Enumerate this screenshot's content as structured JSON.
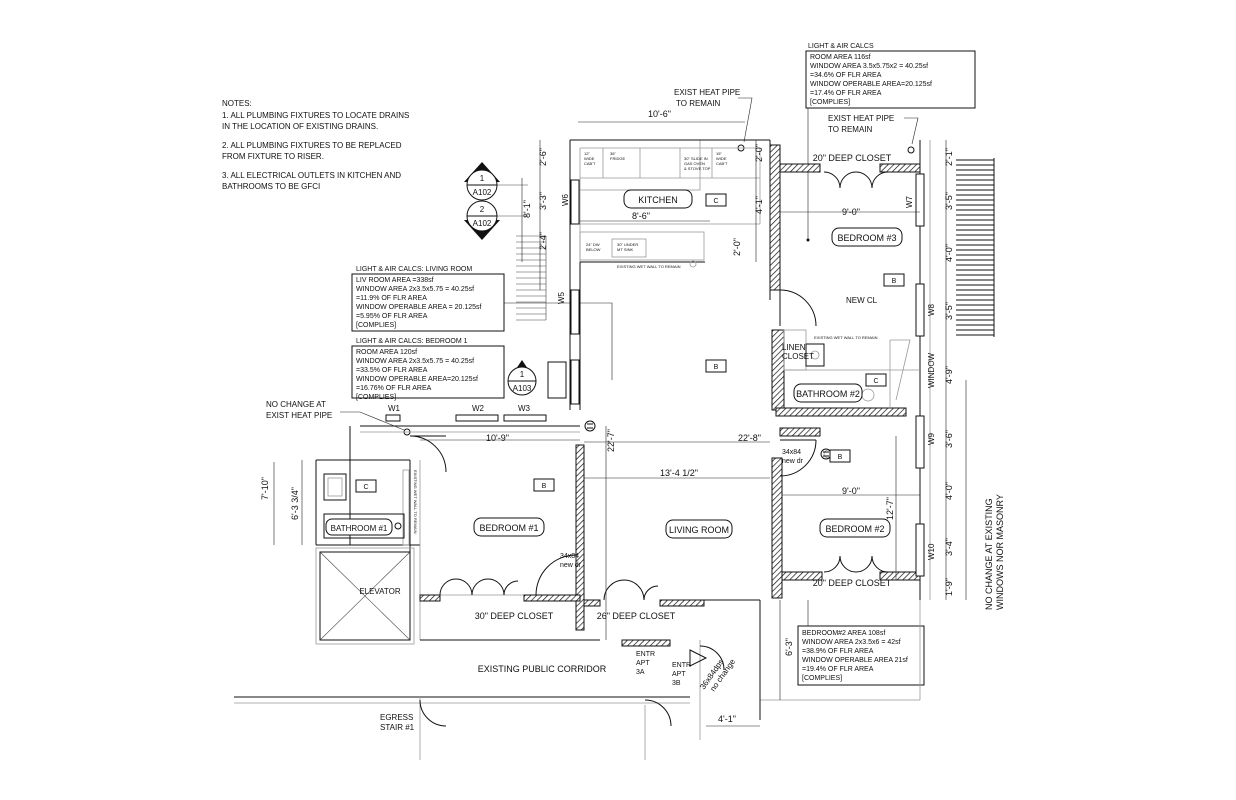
{
  "notes": {
    "heading": "NOTES:",
    "n1a": "1. ALL PLUMBING FIXTURES TO LOCATE DRAINS",
    "n1b": "IN THE LOCATION OF EXISTING DRAINS.",
    "n2a": "2. ALL PLUMBING FIXTURES TO BE REPLACED",
    "n2b": "FROM FIXTURE TO RISER.",
    "n3a": "3. ALL ELECTRICAL OUTLETS IN KITCHEN AND",
    "n3b": "BATHROOMS TO BE GFCI"
  },
  "section_markers": [
    {
      "num": "1",
      "sheet": "A102"
    },
    {
      "num": "2",
      "sheet": "A102"
    },
    {
      "num": "1",
      "sheet": "A103"
    }
  ],
  "calc_bedroom3": {
    "title": "LIGHT & AIR CALCS",
    "l1": "ROOM AREA 116sf",
    "l2": "WINDOW AREA 3.5x5.75x2 = 40.25sf",
    "l3": "=34.6% OF FLR AREA",
    "l4": "WINDOW OPERABLE AREA=20.125sf",
    "l5": "=17.4% OF FLR AREA",
    "l6": "[COMPLIES]"
  },
  "calc_living": {
    "title": "LIGHT & AIR CALCS: LIVING ROOM",
    "l1": "LIV ROOM AREA =338sf",
    "l2": "WINDOW AREA 2x3.5x5.75 = 40.25sf",
    "l3": "=11.9% OF FLR AREA",
    "l4": "WINDOW OPERABLE AREA = 20.125sf",
    "l5": "=5.95% OF FLR AREA",
    "l6": "[COMPLIES]"
  },
  "calc_bedroom1": {
    "title": "LIGHT & AIR CALCS: BEDROOM 1",
    "l1": "ROOM AREA 120sf",
    "l2": "WINDOW AREA 2x3.5x5.75 = 40.25sf",
    "l3": "=33.5% OF FLR AREA",
    "l4": "WINDOW OPERABLE AREA=20.125sf",
    "l5": "=16.76% OF FLR AREA",
    "l6": "[COMPLIES]"
  },
  "calc_bedroom2": {
    "l1": "BEDROOM#2 AREA 108sf",
    "l2": "WINDOW AREA 2x3.5x6 = 42sf",
    "l3": "=38.9% OF FLR AREA",
    "l4": "WINDOW OPERABLE AREA 21sf",
    "l5": "=19.4% OF FLR AREA",
    "l6": "[COMPLIES]"
  },
  "rooms": {
    "kitchen": "KITCHEN",
    "bedroom3": "BEDROOM #3",
    "bedroom1": "BEDROOM #1",
    "bedroom2": "BEDROOM #2",
    "living": "LIVING ROOM",
    "bath1": "BATHROOM #1",
    "bath2": "BATHROOM #2",
    "elevator": "ELEVATOR",
    "linen_a": "LINEN",
    "linen_b": "CLOSET",
    "new_cl": "NEW CL",
    "corridor": "EXISTING PUBLIC CORRIDOR",
    "egress_a": "EGRESS",
    "egress_b": "STAIR #1"
  },
  "closets": {
    "c20_top": "20\" DEEP CLOSET",
    "c20_bot": "20\" DEEP CLOSET",
    "c30": "30\" DEEP CLOSET",
    "c26": "26\" DEEP CLOSET"
  },
  "finish_tags": {
    "c": "C",
    "b": "B"
  },
  "windows": {
    "w1": "W1",
    "w2": "W2",
    "w3": "W3",
    "w5": "W5",
    "w6": "W6",
    "w7": "W7",
    "w8": "W8",
    "w9": "W9",
    "w10": "W10",
    "window": "WINDOW"
  },
  "labels": {
    "heat_pipe_a1": "EXIST HEAT PIPE",
    "heat_pipe_a2": "TO REMAIN",
    "heat_pipe_b1": "EXIST HEAT PIPE",
    "heat_pipe_b2": "TO REMAIN",
    "no_change_1": "NO CHANGE AT",
    "no_change_2": "EXIST HEAT PIPE",
    "no_change_win_1": "NO CHANGE AT EXISTING",
    "no_change_win_2": "WINDOWS NOR MASONRY",
    "door1_a": "34x84",
    "door1_b": "new dr",
    "door2_a": "34x84",
    "door2_b": "new dr",
    "entr3a_1": "ENTR",
    "entr3a_2": "APT",
    "entr3a_3": "3A",
    "entr3b_1": "ENTR",
    "entr3b_2": "APT",
    "entr3b_3": "3B",
    "nochange_door_1": "36x84dps",
    "nochange_door_2": "no change",
    "existing_wet_wall_k": "EXISTING WET WALL TO REMAIN",
    "existing_wet_wall_b2": "EXISTING WET WALL TO REMAIN",
    "existing_wet_wall_b1": "EXISTING WET WALL TO REMAIN"
  },
  "kitchen_fixtures": {
    "f1a": "12\"",
    "f1b": "WIDE",
    "f1c": "CAB'T",
    "f2a": "36\"",
    "f2b": "FRIDGE",
    "f3a": "30\" SLIDE IN",
    "f3b": "GAS OVEN",
    "f3c": "& STOVE TOP",
    "f4a": "15\"",
    "f4b": "WIDE",
    "f4c": "CAB'T",
    "f5a": "24\" DW",
    "f5b": "BELOW",
    "f6a": "30\" UNDER",
    "f6b": "MT SINK"
  },
  "dimensions": {
    "d10_6": "10'-6\"",
    "d8_6": "8'-6\"",
    "d2_6": "2'-6\"",
    "d3_3": "3'-3\"",
    "d8_1": "8'-1\"",
    "d2_4": "2'-4\"",
    "d2_0a": "2'-0\"",
    "d4_1a": "4'-1\"",
    "d2_0b": "2'-0\"",
    "d20_deep": "",
    "d9_0a": "9'-0\"",
    "d2_1": "2'-1\"",
    "d3_5a": "3'-5\"",
    "d4_0a": "4'-0\"",
    "d3_5b": "3'-5\"",
    "d4_9": "4'-9\"",
    "d3_6": "3'-6\"",
    "d4_0b": "4'-0\"",
    "d3_4": "3'-4\"",
    "d1_9": "1'-9\"",
    "d10_9": "10'-9\"",
    "d22_7": "22'-7\"",
    "d22_8": "22'-8\"",
    "d13_4": "13'-4 1/2\"",
    "d9_0b": "9'-0\"",
    "d12_7": "12'-7\"",
    "d7_10": "7'-10\"",
    "d6_3_34": "6'-3 3/4\"",
    "d6_3": "6'-3\"",
    "d4_1b": "4'-1\""
  }
}
